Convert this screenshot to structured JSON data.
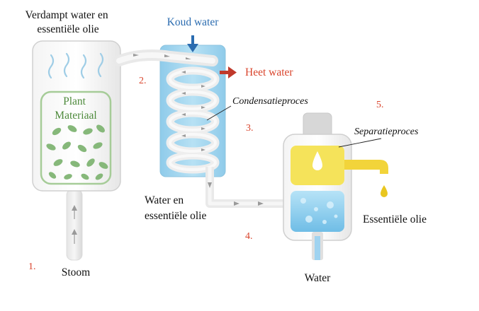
{
  "labels": {
    "vapor": [
      "Verdampt water en",
      "essentiële olie"
    ],
    "plant": [
      "Plant",
      "Materiaal"
    ],
    "cold_water": "Koud water",
    "hot_water": "Heet water",
    "condensation": "Condensatieproces",
    "separation": "Separatieproces",
    "water_oil": [
      "Water en",
      "essentiële olie"
    ],
    "essential_oil": "Essentiële olie",
    "water": "Water",
    "steam": "Stoom"
  },
  "steps": [
    "1.",
    "2.",
    "3.",
    "4.",
    "5."
  ],
  "colors": {
    "step": "#d9442c",
    "cold": "#2b6cb0",
    "hot_arrow": "#c0392b",
    "plant_text": "#4e8a3c",
    "leaf": "#86b87a",
    "condenser": "#a8d8f0",
    "oil": "#f5e35a",
    "water": "#9fd3f0"
  }
}
